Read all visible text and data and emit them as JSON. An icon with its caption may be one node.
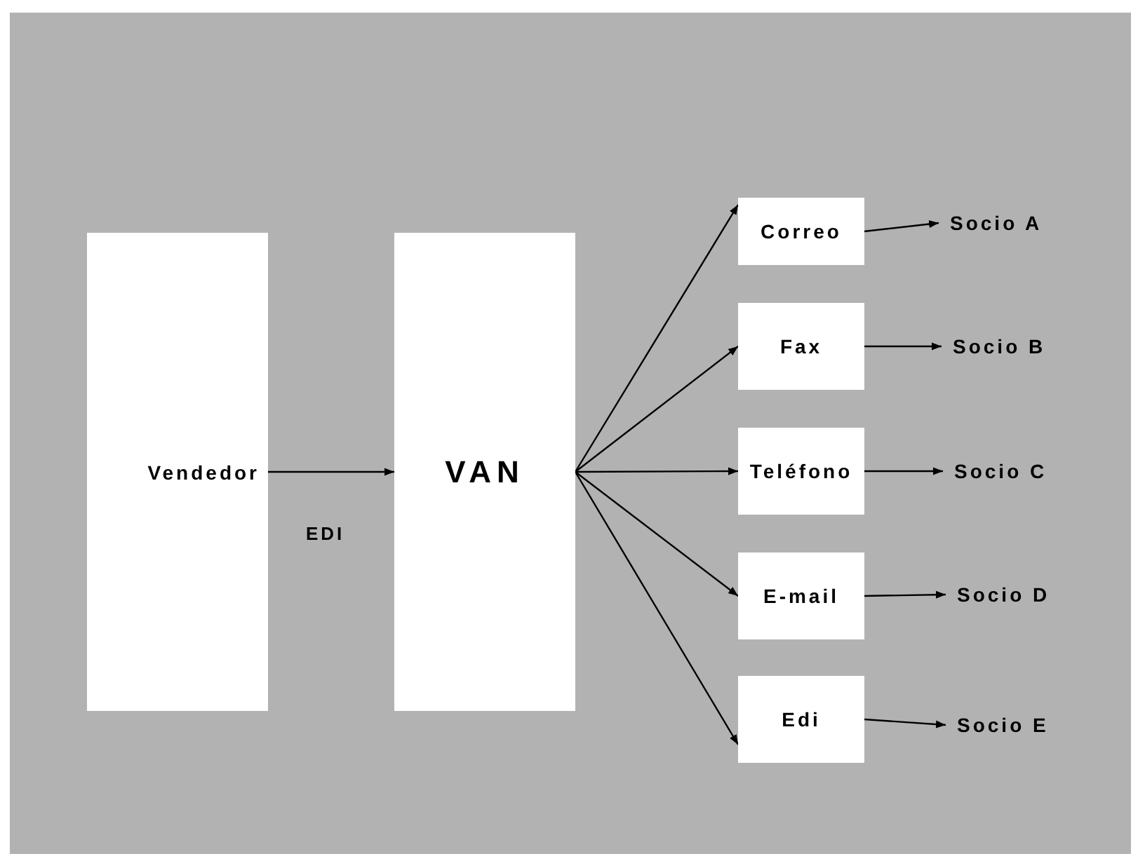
{
  "diagram": {
    "nodes": [
      {
        "text": [
          "Vendedor"
        ]
      },
      {
        "text": [
          "VAN"
        ]
      },
      {
        "text": [
          "Correo"
        ]
      },
      {
        "text": [
          "Fax"
        ]
      },
      {
        "text": [
          "Teléfono"
        ]
      },
      {
        "text": [
          "E-mail"
        ]
      },
      {
        "text": [
          "Edi"
        ]
      },
      {
        "text": [
          "Socio A"
        ]
      },
      {
        "text": [
          "Socio B"
        ]
      },
      {
        "text": [
          "Socio C"
        ]
      },
      {
        "text": [
          "Socio D"
        ]
      },
      {
        "text": [
          "Socio E"
        ]
      }
    ],
    "edges": [
      {
        "from": 0,
        "to": 1,
        "arrow": "to",
        "label": "EDI"
      },
      {
        "from": 1,
        "to": 2,
        "arrow": "to"
      },
      {
        "from": 1,
        "to": 3,
        "arrow": "to"
      },
      {
        "from": 1,
        "to": 4,
        "arrow": "to"
      },
      {
        "from": 1,
        "to": 5,
        "arrow": "to"
      },
      {
        "from": 1,
        "to": 6,
        "arrow": "to"
      },
      {
        "from": 2,
        "to": 7,
        "arrow": "to"
      },
      {
        "from": 3,
        "to": 8,
        "arrow": "to"
      },
      {
        "from": 4,
        "to": 9,
        "arrow": "to"
      },
      {
        "from": 5,
        "to": 10,
        "arrow": "to"
      },
      {
        "from": 6,
        "to": 11,
        "arrow": "to"
      }
    ]
  }
}
